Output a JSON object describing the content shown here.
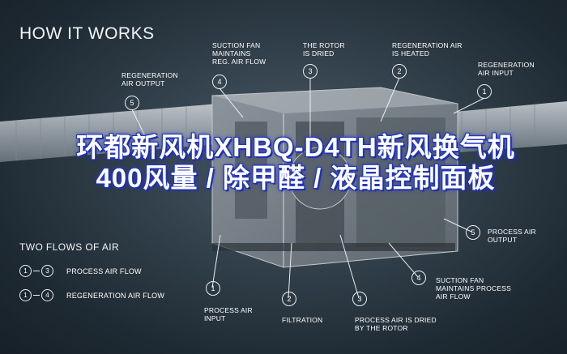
{
  "title": "HOW IT WORKS",
  "overlay_text": "环都新风机XHBQ-D4TH新风换气机400风量 / 除甲醛 / 液晶控制面板",
  "callouts": [
    {
      "num": "5",
      "label": "REGENERATION\nAIR OUTPUT"
    },
    {
      "num": "4",
      "label": "SUCTION FAN\nMAINTAINS\nREG. AIR FLOW"
    },
    {
      "num": "3",
      "label": "THE ROTOR\nIS DRIED"
    },
    {
      "num": "2",
      "label": "REGENERATION AIR\nIS HEATED"
    },
    {
      "num": "1",
      "label": "REGENERATION\nAIR INPUT"
    },
    {
      "num": "5",
      "label": "PROCESS AIR\nOUTPUT"
    },
    {
      "num": "4",
      "label": "SUCTION FAN\nMAINTAINS PROCESS\nAIR FLOW"
    },
    {
      "num": "3",
      "label": "PROCESS AIR IS DRIED\nBY THE ROTOR"
    },
    {
      "num": "2",
      "label": "FILTRATION"
    },
    {
      "num": "1",
      "label": "PROCESS AIR\nINPUT"
    }
  ],
  "flows": {
    "title": "TWO FLOWS OF AIR",
    "rows": [
      {
        "from": "1",
        "to": "3",
        "label": "PROCESS AIR FLOW"
      },
      {
        "from": "1",
        "to": "4",
        "label": "REGENERATION AIR FLOW"
      }
    ]
  },
  "colors": {
    "background": "#1f2c36",
    "overlay_text": "#ffffff",
    "overlay_glow": "#2a3cc8",
    "callout": "#e9eef2"
  }
}
